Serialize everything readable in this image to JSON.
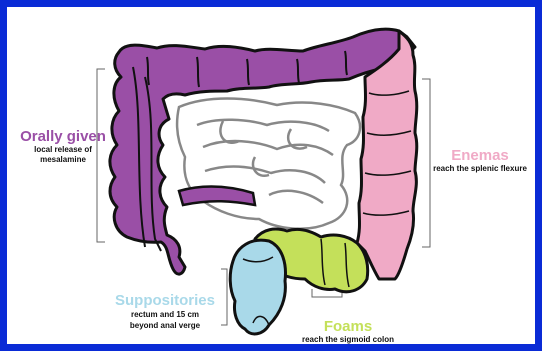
{
  "colors": {
    "border": "#0a2bd6",
    "oral": "#9a4fa6",
    "enema": "#f0aac6",
    "suppository": "#a9d9e9",
    "foam": "#c4e05a",
    "small_intestine": "#ffffff",
    "outline": "#111111"
  },
  "labels": {
    "oral": {
      "title": "Orally given",
      "sub1": "local release of",
      "sub2": "mesalamine"
    },
    "enema": {
      "title": "Enemas",
      "sub1": "reach the splenic flexure"
    },
    "suppository": {
      "title": "Suppositories",
      "sub1": "rectum and 15 cm",
      "sub2": "beyond anal verge"
    },
    "foam": {
      "title": "Foams",
      "sub1": "reach the sigmoid colon"
    }
  }
}
